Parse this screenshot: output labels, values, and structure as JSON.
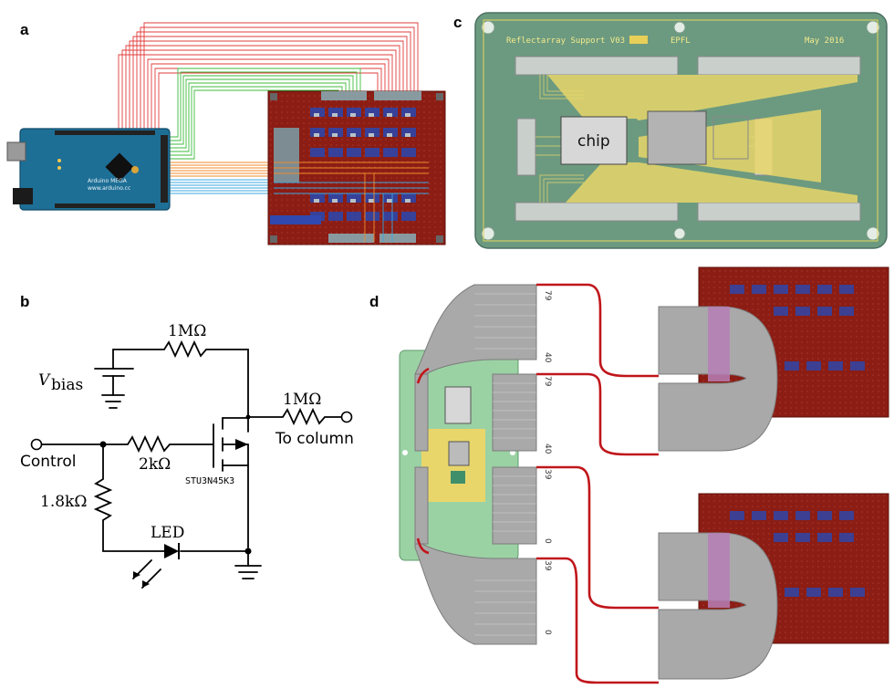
{
  "panels": {
    "a": "a",
    "b": "b",
    "c": "c",
    "d": "d"
  },
  "panel_a": {
    "arduino_label": "Arduino MEGA",
    "arduino_sub": "www.arduino.cc"
  },
  "panel_b": {
    "v_bias": "V",
    "v_bias_sub": "bias",
    "r_top": "1MΩ",
    "r_out": "1MΩ",
    "r_gate": "2kΩ",
    "r_shunt": "1.8kΩ",
    "control": "Control",
    "to_column": "To column",
    "transistor": "STU3N45K3",
    "led": "LED"
  },
  "panel_c": {
    "title_left": "Reflectarray Support V03",
    "title_mid": "EPFL",
    "title_right": "May 2016",
    "chip": "chip"
  },
  "panel_d": {
    "ticks_top_79": "79",
    "ticks_top_40": "40",
    "ticks_mid_79": "79",
    "ticks_mid_40": "40",
    "ticks_low_39": "39",
    "ticks_low_0": "0",
    "ticks_bot_39": "39",
    "ticks_bot_0": "0"
  }
}
